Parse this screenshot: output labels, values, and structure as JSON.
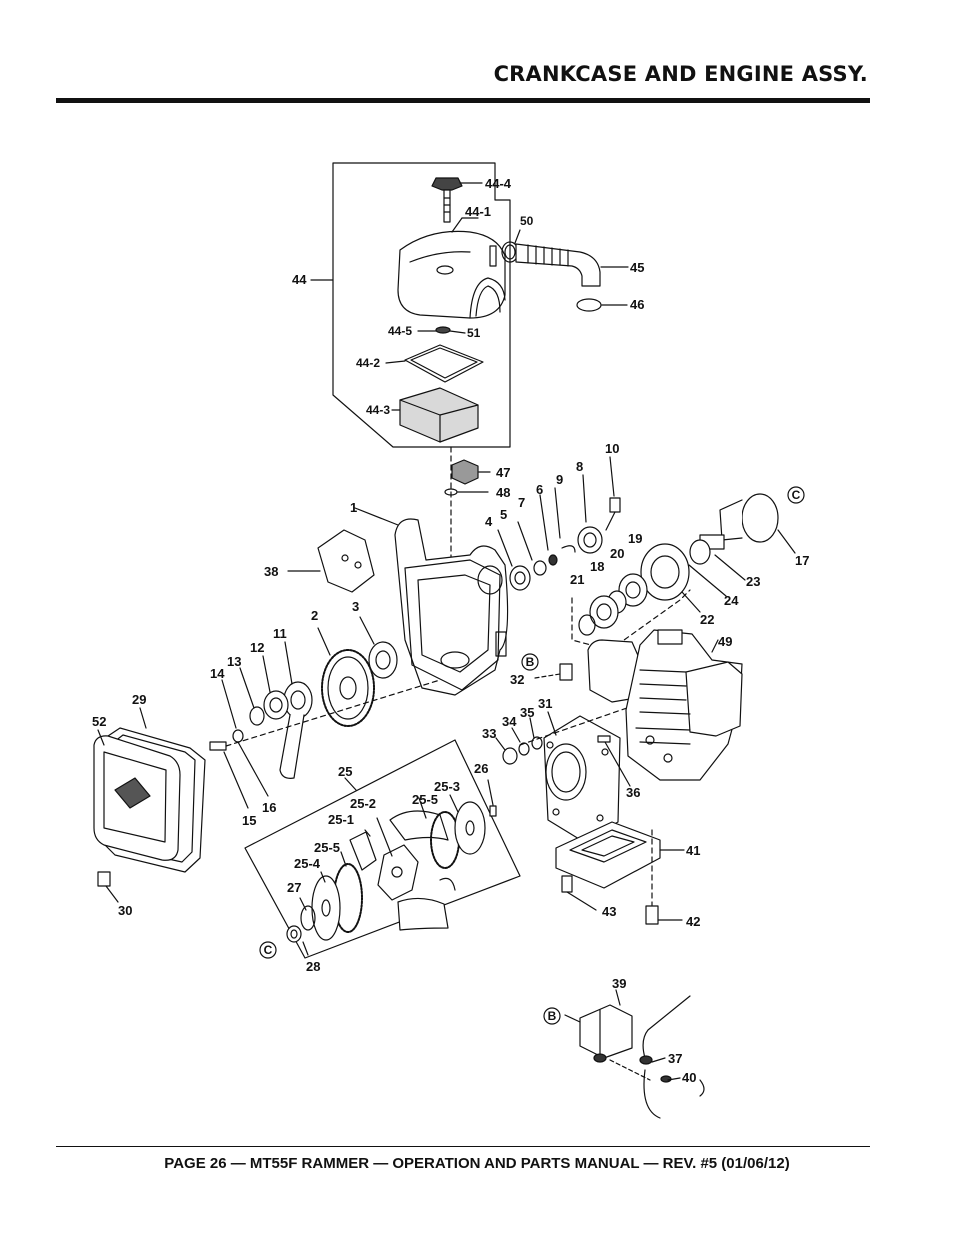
{
  "header": {
    "title": "CRANKCASE AND ENGINE ASSY."
  },
  "footer": {
    "text": "PAGE 26 — MT55F RAMMER — OPERATION AND PARTS MANUAL — REV. #5 (01/06/12)"
  },
  "callouts": {
    "p1": "1",
    "p2": "2",
    "p3": "3",
    "p4": "4",
    "p5": "5",
    "p6": "6",
    "p7": "7",
    "p8": "8",
    "p9": "9",
    "p10": "10",
    "p11": "11",
    "p12": "12",
    "p13": "13",
    "p14": "14",
    "p15": "15",
    "p16": "16",
    "p17": "17",
    "p18": "18",
    "p19": "19",
    "p20": "20",
    "p21": "21",
    "p22": "22",
    "p23": "23",
    "p24": "24",
    "p25": "25",
    "p25_1": "25-1",
    "p25_2": "25-2",
    "p25_3": "25-3",
    "p25_4": "25-4",
    "p25_5a": "25-5",
    "p25_5b": "25-5",
    "p25_5c": "25-5",
    "p26": "26",
    "p27": "27",
    "p28": "28",
    "p29": "29",
    "p30": "30",
    "p31": "31",
    "p32": "32",
    "p33": "33",
    "p34": "34",
    "p35": "35",
    "p36": "36",
    "p37": "37",
    "p38": "38",
    "p39": "39",
    "p40": "40",
    "p41": "41",
    "p42": "42",
    "p43": "43",
    "p44": "44",
    "p44_1": "44-1",
    "p44_2": "44-2",
    "p44_3": "44-3",
    "p44_4": "44-4",
    "p44_5": "44-5",
    "p45": "45",
    "p46": "46",
    "p47": "47",
    "p48": "48",
    "p49": "49",
    "p50": "50",
    "p51": "51",
    "p52": "52"
  },
  "reference_markers": {
    "b1": "B",
    "b2": "B",
    "c1": "C",
    "c2": "C"
  }
}
